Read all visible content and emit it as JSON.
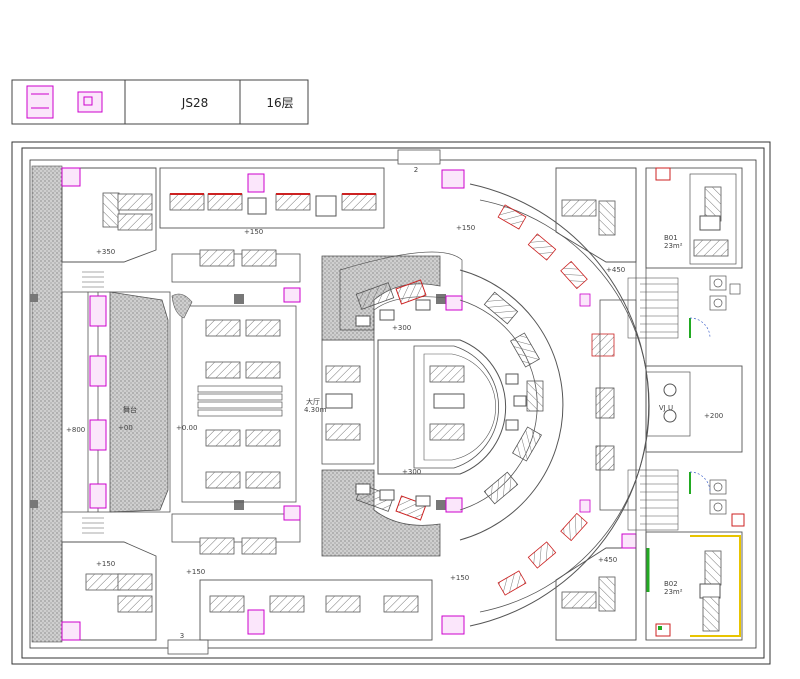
{
  "title_block": {
    "code": "JS28",
    "sheet": "16层"
  },
  "labels": {
    "hall": "大厅",
    "hall_height": "4.30m",
    "stage": "舞台",
    "room_b01": "B01",
    "room_b01_area": "23m²",
    "room_b02": "B02",
    "room_b02_area": "23m²",
    "bar": "VJ U",
    "mark_3": "3",
    "mark_2": "2"
  },
  "levels": {
    "tl": "+350",
    "tr": "+450",
    "bl": "+150",
    "br": "+450",
    "top_mid": "+150",
    "bot_mid": "+150",
    "arc_top": "+150",
    "arc_bot": "+150",
    "inner_top": "+300",
    "inner_bot": "+300",
    "stage": "+00",
    "left": "+800",
    "right": "+200",
    "center": "+0.00"
  },
  "colors": {
    "line": "#555555",
    "wall": "#333333",
    "magenta": "#cc00cc",
    "red": "#cc2222",
    "green": "#22aa22",
    "yellow": "#e8c400"
  }
}
